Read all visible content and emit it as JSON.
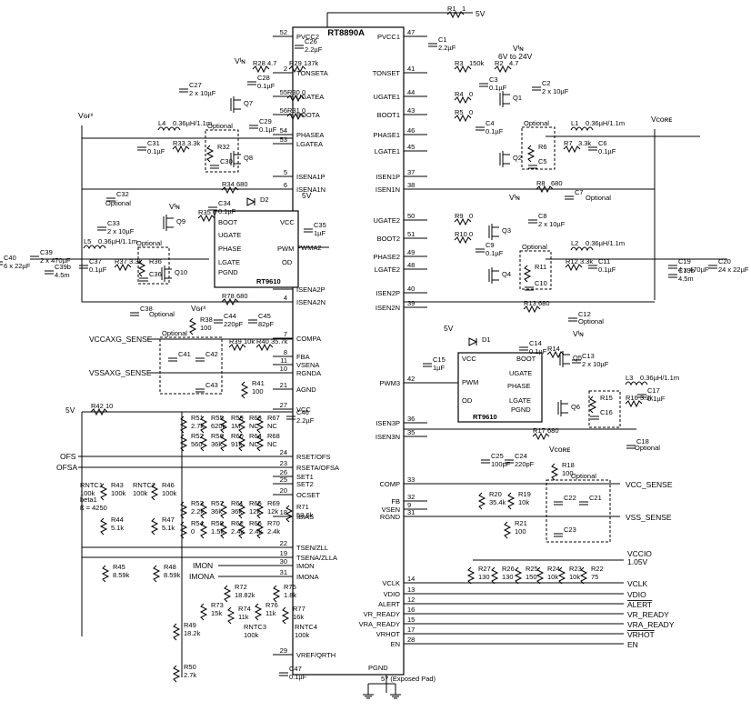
{
  "ic": {
    "name": "RT8890A",
    "exposed_pad_label": "57 (Exposed Pad)",
    "pgnd_label": "PGND",
    "left_pins": [
      {
        "num": "52",
        "name": "PVCC2"
      },
      {
        "num": "2",
        "name": "TONSETA"
      },
      {
        "num": "55",
        "name": "UGATEA"
      },
      {
        "num": "56",
        "name": "BOOTA"
      },
      {
        "num": "54",
        "name": "PHASEA"
      },
      {
        "num": "53",
        "name": "LGATEA"
      },
      {
        "num": "5",
        "name": "ISENA1P"
      },
      {
        "num": "6",
        "name": "ISENA1N"
      },
      {
        "num": "1",
        "name": "PWMA2"
      },
      {
        "num": "3",
        "name": "ISENA2P"
      },
      {
        "num": "4",
        "name": "ISENA2N"
      },
      {
        "num": "7",
        "name": "COMPA"
      },
      {
        "num": "8",
        "name": "FBA"
      },
      {
        "num": "11",
        "name": "VSENA"
      },
      {
        "num": "10",
        "name": "RGNDA"
      },
      {
        "num": "21",
        "name": "AGND"
      },
      {
        "num": "27",
        "name": "VCC"
      },
      {
        "num": "24",
        "name": "RSET/OFS"
      },
      {
        "num": "23",
        "name": "RSETA/OFSA"
      },
      {
        "num": "26",
        "name": "SET1"
      },
      {
        "num": "25",
        "name": "SET2"
      },
      {
        "num": "20",
        "name": "OCSET"
      },
      {
        "num": "18",
        "name": "IBIAS"
      },
      {
        "num": "22",
        "name": "TSEN/ZLL"
      },
      {
        "num": "19",
        "name": "TSENA/ZLLA"
      },
      {
        "num": "30",
        "name": "IMON"
      },
      {
        "num": "31",
        "name": "IMONA"
      },
      {
        "num": "29",
        "name": "VREF/QRTH"
      }
    ],
    "right_pins": [
      {
        "num": "47",
        "name": "PVCC1"
      },
      {
        "num": "41",
        "name": "TONSET"
      },
      {
        "num": "44",
        "name": "UGATE1"
      },
      {
        "num": "43",
        "name": "BOOT1"
      },
      {
        "num": "46",
        "name": "PHASE1"
      },
      {
        "num": "45",
        "name": "LGATE1"
      },
      {
        "num": "37",
        "name": "ISEN1P"
      },
      {
        "num": "38",
        "name": "ISEN1N"
      },
      {
        "num": "50",
        "name": "UGATE2"
      },
      {
        "num": "51",
        "name": "BOOT2"
      },
      {
        "num": "49",
        "name": "PHASE2"
      },
      {
        "num": "48",
        "name": "LGATE2"
      },
      {
        "num": "40",
        "name": "ISEN2P"
      },
      {
        "num": "39",
        "name": "ISEN2N"
      },
      {
        "num": "42",
        "name": "PWM3"
      },
      {
        "num": "36",
        "name": "ISEN3P"
      },
      {
        "num": "35",
        "name": "ISEN3N"
      },
      {
        "num": "33",
        "name": "COMP"
      },
      {
        "num": "32",
        "name": "FB"
      },
      {
        "num": "9",
        "name": "VSEN"
      },
      {
        "num": "31",
        "name": "RGND"
      },
      {
        "num": "14",
        "name": "VCLK"
      },
      {
        "num": "13",
        "name": "VDIO"
      },
      {
        "num": "12",
        "name": "ALERT"
      },
      {
        "num": "16",
        "name": "VR_READY"
      },
      {
        "num": "15",
        "name": "VRA_READY"
      },
      {
        "num": "17",
        "name": "VRHOT"
      },
      {
        "num": "28",
        "name": "EN"
      }
    ]
  },
  "drivers": [
    {
      "name": "RT9610",
      "pins_left": [
        "BOOT",
        "UGATE",
        "PHASE",
        "LGATE",
        "PGND"
      ],
      "pins_right": [
        "VCC",
        "PWM",
        "OD"
      ]
    },
    {
      "name": "RT9610",
      "pins_left": [
        "VCC",
        "PWM",
        "OD"
      ],
      "pins_right": [
        "BOOT",
        "UGATE",
        "PHASE",
        "LGATE",
        "PGND"
      ]
    }
  ],
  "rails": {
    "v5": "5V",
    "vin": "Vᴵɴ",
    "vin_range": "6V to 24V",
    "vgfx": "Vɢғˣ",
    "vcore": "Vᴄᴏʀᴇ",
    "vccio": "VCCIO",
    "vccio_val": "1.05V"
  },
  "external_signals": {
    "vccaxg_sense": "VCCAXG_SENSE",
    "vssaxg_sense": "VSSAXG_SENSE",
    "vcc_sense": "VCC_SENSE",
    "vss_sense": "VSS_SENSE",
    "ofs": "OFS",
    "ofsa": "OFSA",
    "imon": "IMON",
    "imona": "IMONA",
    "vclk": "VCLK",
    "vdio": "VDIO",
    "alert": "ALERT",
    "vr_ready": "VR_READY",
    "vra_ready": "VRA_READY",
    "vrhot": "VRHOT",
    "en": "EN"
  },
  "optional_label": "Optional",
  "components": [
    {
      "ref": "R1",
      "val": "1"
    },
    {
      "ref": "C1",
      "val": "2.2µF"
    },
    {
      "ref": "C26",
      "val": "2.2µF"
    },
    {
      "ref": "R28",
      "val": "4.7"
    },
    {
      "ref": "R29",
      "val": "137k"
    },
    {
      "ref": "C27",
      "val": "2 x 10µF"
    },
    {
      "ref": "C28",
      "val": "0.1µF"
    },
    {
      "ref": "R30",
      "val": "0"
    },
    {
      "ref": "R31",
      "val": "0"
    },
    {
      "ref": "C29",
      "val": "0.1µF"
    },
    {
      "ref": "L4",
      "val": "0.36µH/1.1m"
    },
    {
      "ref": "C31",
      "val": "0.1µF"
    },
    {
      "ref": "R33",
      "val": "3.3k"
    },
    {
      "ref": "R32",
      "val": ""
    },
    {
      "ref": "C30",
      "val": ""
    },
    {
      "ref": "Q7",
      "val": ""
    },
    {
      "ref": "Q8",
      "val": ""
    },
    {
      "ref": "R34",
      "val": "680"
    },
    {
      "ref": "C32",
      "val": ""
    },
    {
      "ref": "D2",
      "val": ""
    },
    {
      "ref": "R35",
      "val": "0"
    },
    {
      "ref": "C34",
      "val": "0.1µF"
    },
    {
      "ref": "C35",
      "val": "1µF"
    },
    {
      "ref": "C33",
      "val": "2 x 10µF"
    },
    {
      "ref": "Q9",
      "val": ""
    },
    {
      "ref": "Q10",
      "val": ""
    },
    {
      "ref": "L5",
      "val": "0.36µH/1.1m"
    },
    {
      "ref": "C40",
      "val": "6 x 22µF"
    },
    {
      "ref": "C39",
      "val": "2 x 470µF"
    },
    {
      "ref": "C39b",
      "val": "4.5m"
    },
    {
      "ref": "C37",
      "val": "0.1µF"
    },
    {
      "ref": "R37",
      "val": "3.3k"
    },
    {
      "ref": "R36",
      "val": ""
    },
    {
      "ref": "C36",
      "val": ""
    },
    {
      "ref": "R78",
      "val": "680"
    },
    {
      "ref": "C38",
      "val": ""
    },
    {
      "ref": "R38",
      "val": "100"
    },
    {
      "ref": "C44",
      "val": "220pF"
    },
    {
      "ref": "C45",
      "val": "82pF"
    },
    {
      "ref": "R39",
      "val": "10k"
    },
    {
      "ref": "R40",
      "val": "35.7k"
    },
    {
      "ref": "C41",
      "val": ""
    },
    {
      "ref": "C42",
      "val": ""
    },
    {
      "ref": "C43",
      "val": ""
    },
    {
      "ref": "R41",
      "val": "100"
    },
    {
      "ref": "C46",
      "val": "2.2µF"
    },
    {
      "ref": "R42",
      "val": "10"
    },
    {
      "ref": "R51",
      "val": "2.7k"
    },
    {
      "ref": "R55",
      "val": "620k"
    },
    {
      "ref": "R59",
      "val": "1M"
    },
    {
      "ref": "R63",
      "val": "NC"
    },
    {
      "ref": "R67",
      "val": "NC"
    },
    {
      "ref": "R52",
      "val": "560"
    },
    {
      "ref": "R56",
      "val": "36k"
    },
    {
      "ref": "R60",
      "val": "91k"
    },
    {
      "ref": "R64",
      "val": "NC"
    },
    {
      "ref": "R68",
      "val": "NC"
    },
    {
      "ref": "R53",
      "val": "2.2k"
    },
    {
      "ref": "R57",
      "val": "36k"
    },
    {
      "ref": "R61",
      "val": "36k"
    },
    {
      "ref": "R65",
      "val": "12k"
    },
    {
      "ref": "R69",
      "val": "12k"
    },
    {
      "ref": "R54",
      "val": "0"
    },
    {
      "ref": "R58",
      "val": "1.5k"
    },
    {
      "ref": "R62",
      "val": "2.4k"
    },
    {
      "ref": "R66",
      "val": "2.4k"
    },
    {
      "ref": "R70",
      "val": "2.4k"
    },
    {
      "ref": "R71",
      "val": "53.6k"
    },
    {
      "ref": "R43",
      "val": "100k"
    },
    {
      "ref": "R46",
      "val": "100k"
    },
    {
      "ref": "RNTC1",
      "val": "100k"
    },
    {
      "ref": "RNTC2",
      "val": "100k"
    },
    {
      "ref": "beta1",
      "val": "ß = 4250"
    },
    {
      "ref": "R44",
      "val": "5.1k"
    },
    {
      "ref": "R47",
      "val": "5.1k"
    },
    {
      "ref": "R45",
      "val": "8.59k"
    },
    {
      "ref": "R48",
      "val": "8.59k"
    },
    {
      "ref": "R72",
      "val": "18.82k"
    },
    {
      "ref": "R73",
      "val": "15k"
    },
    {
      "ref": "R74",
      "val": "11k"
    },
    {
      "ref": "RNTC3",
      "val": "100k"
    },
    {
      "ref": "R75",
      "val": "1.8k"
    },
    {
      "ref": "R76",
      "val": "11k"
    },
    {
      "ref": "R77",
      "val": "16k"
    },
    {
      "ref": "RNTC4",
      "val": "100k"
    },
    {
      "ref": "R49",
      "val": "18.2k"
    },
    {
      "ref": "R50",
      "val": "2.7k"
    },
    {
      "ref": "C47",
      "val": "0.1µF"
    },
    {
      "ref": "R3",
      "val": "150k"
    },
    {
      "ref": "R2",
      "val": "4.7"
    },
    {
      "ref": "C2",
      "val": "2 x 10µF"
    },
    {
      "ref": "C3",
      "val": "0.1µF"
    },
    {
      "ref": "R4",
      "val": "0"
    },
    {
      "ref": "R5",
      "val": "0"
    },
    {
      "ref": "C4",
      "val": "0.1µF"
    },
    {
      "ref": "Q1",
      "val": ""
    },
    {
      "ref": "Q2",
      "val": ""
    },
    {
      "ref": "L1",
      "val": "0.36µH/1.1m"
    },
    {
      "ref": "R6",
      "val": ""
    },
    {
      "ref": "C5",
      "val": ""
    },
    {
      "ref": "R7",
      "val": "3.3k"
    },
    {
      "ref": "C6",
      "val": "0.1µF"
    },
    {
      "ref": "R8",
      "val": "680"
    },
    {
      "ref": "C7",
      "val": ""
    },
    {
      "ref": "R9",
      "val": "0"
    },
    {
      "ref": "C8",
      "val": "2 x 10µF"
    },
    {
      "ref": "R10",
      "val": "0"
    },
    {
      "ref": "C9",
      "val": "0.1µF"
    },
    {
      "ref": "Q3",
      "val": ""
    },
    {
      "ref": "Q4",
      "val": ""
    },
    {
      "ref": "L2",
      "val": "0.36µH/1.1m"
    },
    {
      "ref": "R11",
      "val": ""
    },
    {
      "ref": "C10",
      "val": ""
    },
    {
      "ref": "R12",
      "val": "3.3k"
    },
    {
      "ref": "C11",
      "val": "0.1µF"
    },
    {
      "ref": "C19",
      "val": "4 x 470µF"
    },
    {
      "ref": "C19b",
      "val": "4.5m"
    },
    {
      "ref": "C20",
      "val": "24 x 22µF"
    },
    {
      "ref": "R13",
      "val": "680"
    },
    {
      "ref": "C12",
      "val": ""
    },
    {
      "ref": "D1",
      "val": ""
    },
    {
      "ref": "C14",
      "val": "0.1µF"
    },
    {
      "ref": "R14",
      "val": ""
    },
    {
      "ref": "C15",
      "val": "1µF"
    },
    {
      "ref": "C13",
      "val": "2 x 10µF"
    },
    {
      "ref": "Q5",
      "val": ""
    },
    {
      "ref": "Q6",
      "val": ""
    },
    {
      "ref": "L3",
      "val": "0.36µH/1.1m"
    },
    {
      "ref": "R15",
      "val": ""
    },
    {
      "ref": "C16",
      "val": ""
    },
    {
      "ref": "R16",
      "val": "3.3k"
    },
    {
      "ref": "C17",
      "val": "0.1µF"
    },
    {
      "ref": "R17",
      "val": "680"
    },
    {
      "ref": "C18",
      "val": ""
    },
    {
      "ref": "C25",
      "val": "100pF"
    },
    {
      "ref": "C24",
      "val": "220pF"
    },
    {
      "ref": "R20",
      "val": "35.4k"
    },
    {
      "ref": "R19",
      "val": "10k"
    },
    {
      "ref": "R18",
      "val": "100"
    },
    {
      "ref": "C22",
      "val": ""
    },
    {
      "ref": "C21",
      "val": ""
    },
    {
      "ref": "C23",
      "val": ""
    },
    {
      "ref": "R21",
      "val": "100"
    },
    {
      "ref": "R27",
      "val": "130"
    },
    {
      "ref": "R26",
      "val": "130"
    },
    {
      "ref": "R25",
      "val": "150"
    },
    {
      "ref": "R24",
      "val": "10k"
    },
    {
      "ref": "R23",
      "val": "10k"
    },
    {
      "ref": "R22",
      "val": "75"
    }
  ]
}
